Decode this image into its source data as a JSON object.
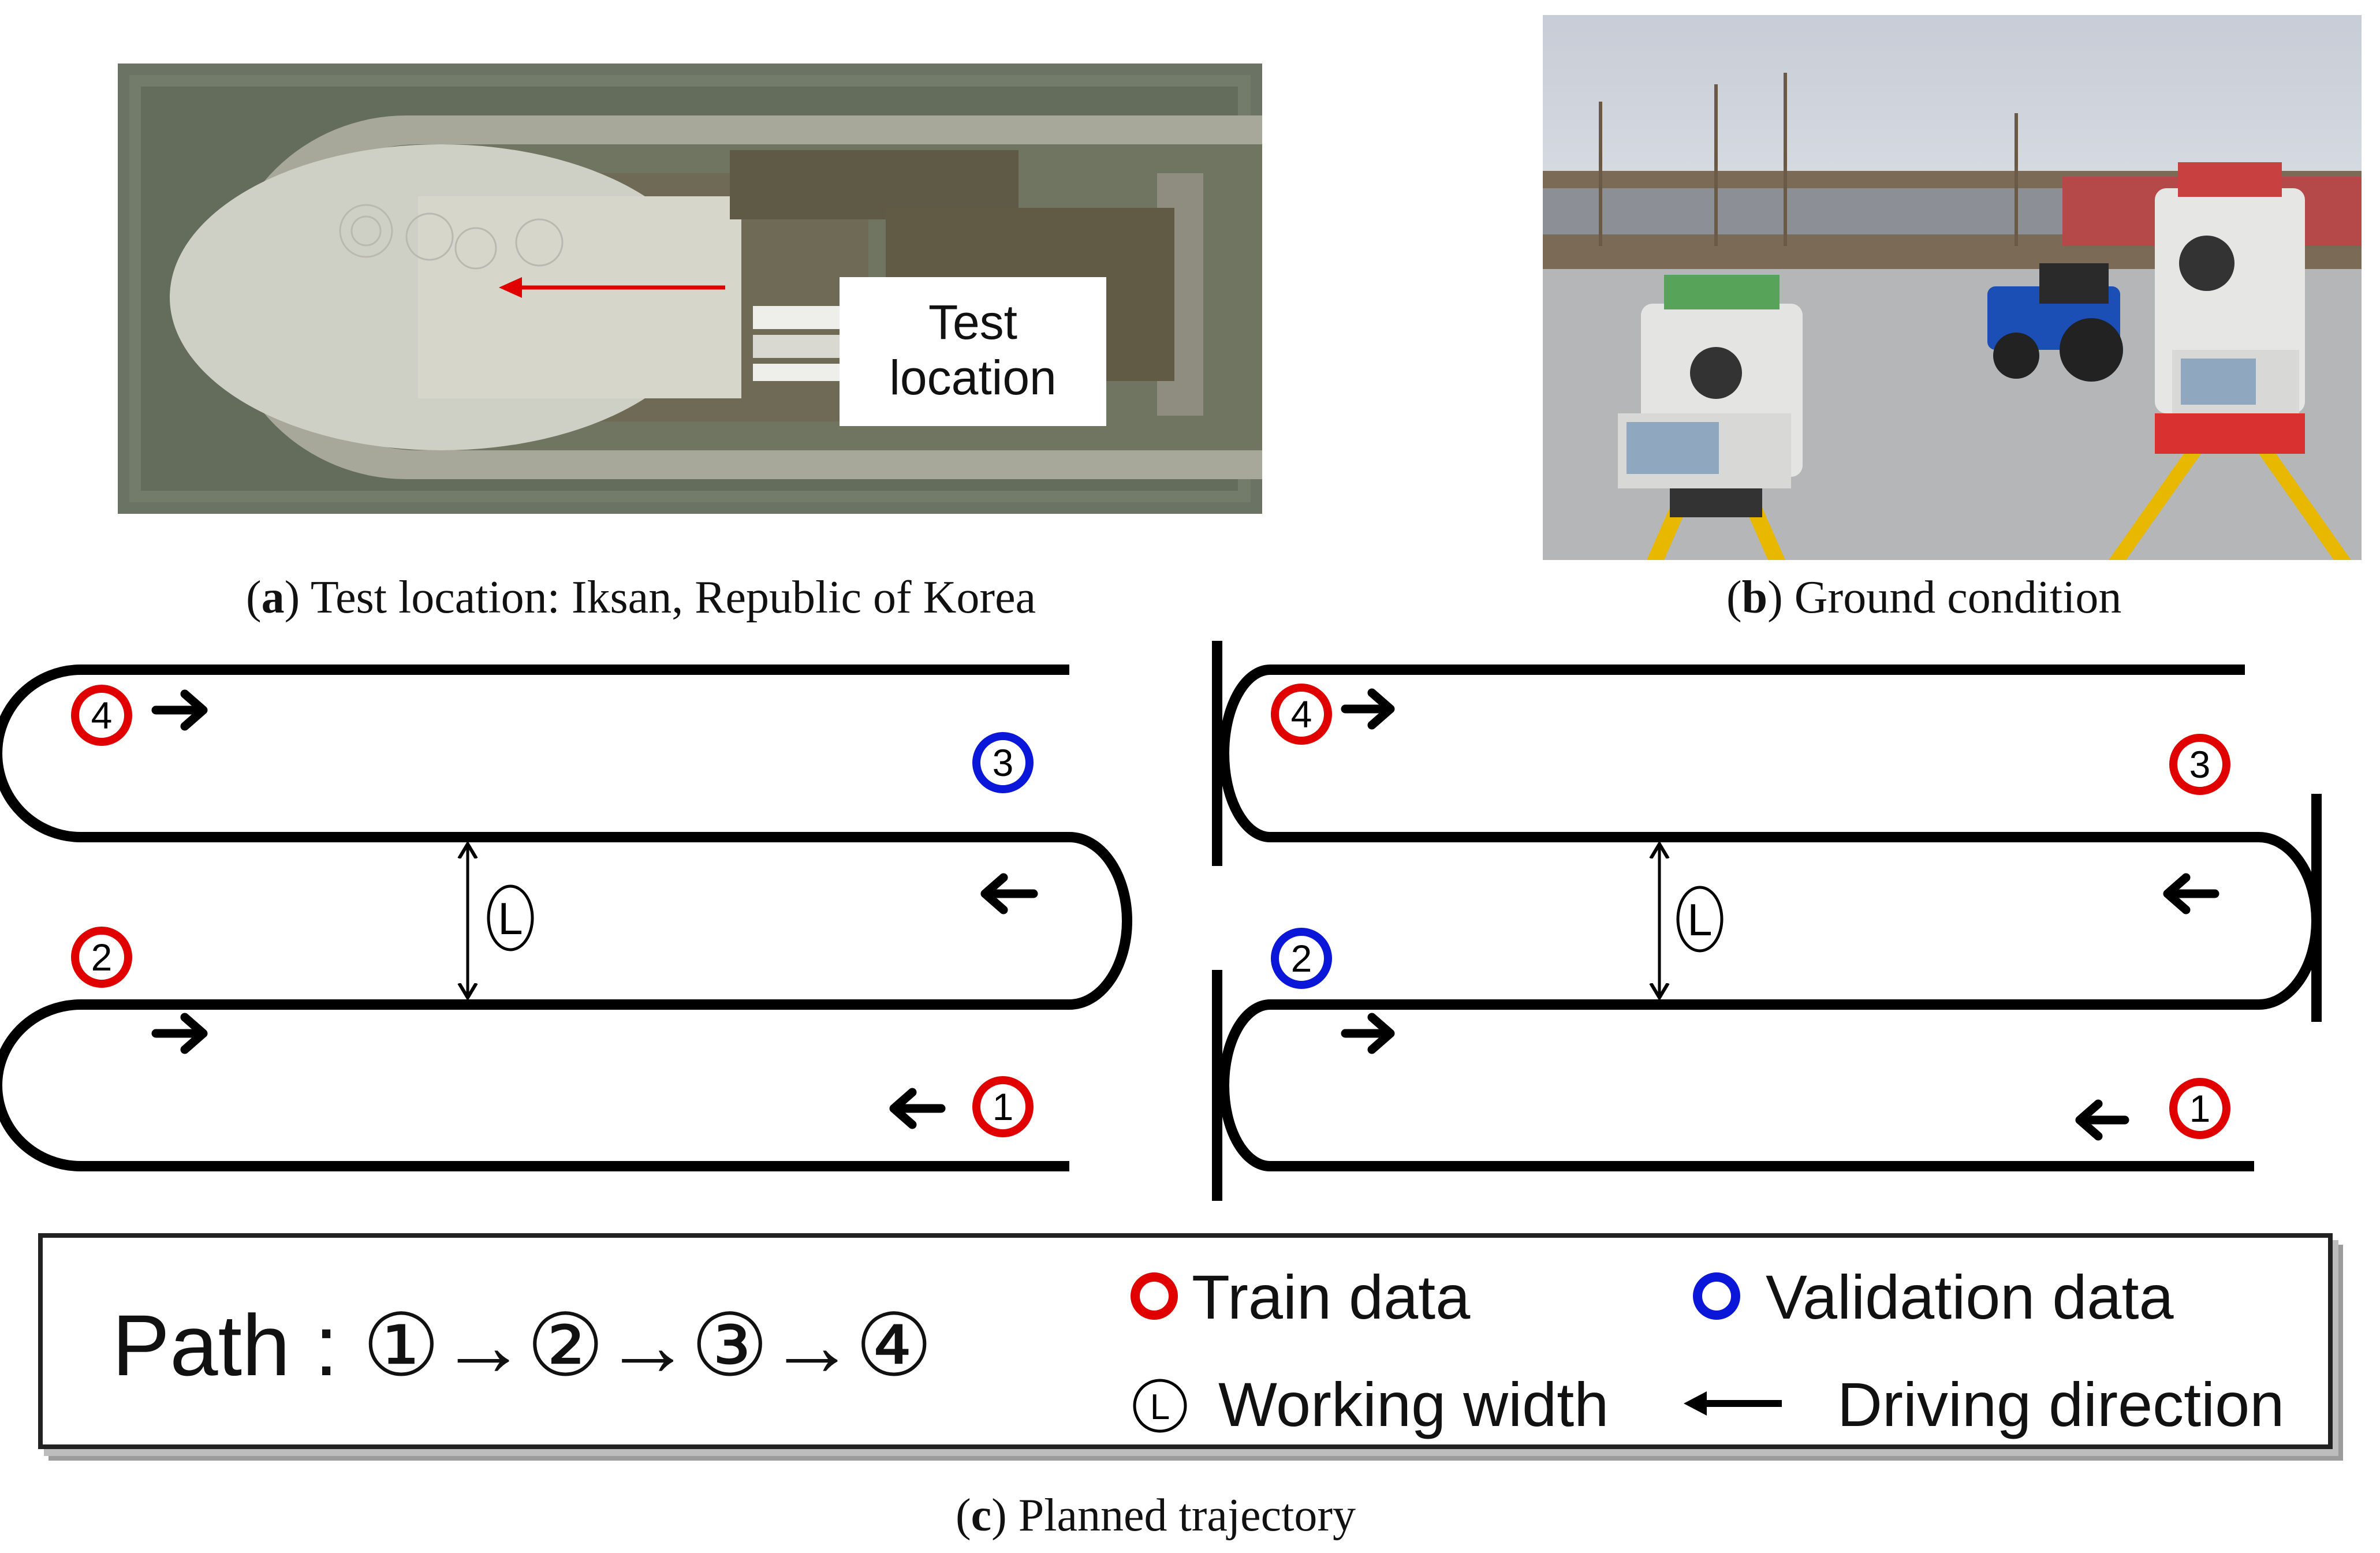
{
  "captions": {
    "a_letter": "a",
    "a_text": ") Test location: Iksan, Republic of Korea",
    "b_letter": "b",
    "b_text": ") Ground condition",
    "c_letter": "c",
    "c_text": ") Planned trajectory"
  },
  "aerial": {
    "callout_line1": "Test",
    "callout_line2": "location"
  },
  "left_diagram": {
    "markers": [
      {
        "num": "4",
        "type": "train"
      },
      {
        "num": "3",
        "type": "validation"
      },
      {
        "num": "2",
        "type": "train"
      },
      {
        "num": "1",
        "type": "train"
      }
    ],
    "width_symbol": "L"
  },
  "right_diagram": {
    "markers": [
      {
        "num": "4",
        "type": "train"
      },
      {
        "num": "3",
        "type": "train"
      },
      {
        "num": "2",
        "type": "validation"
      },
      {
        "num": "1",
        "type": "train"
      }
    ],
    "width_symbol": "L"
  },
  "legend": {
    "path_label": "Path : ①→②→③→④",
    "train_label": "Train data",
    "validation_label": "Validation data",
    "working_width_label": "Working width",
    "working_width_symbol": "L",
    "driving_direction_label": "Driving direction"
  },
  "colors": {
    "train": "#e00000",
    "validation": "#0a16d8",
    "track": "#000000"
  }
}
